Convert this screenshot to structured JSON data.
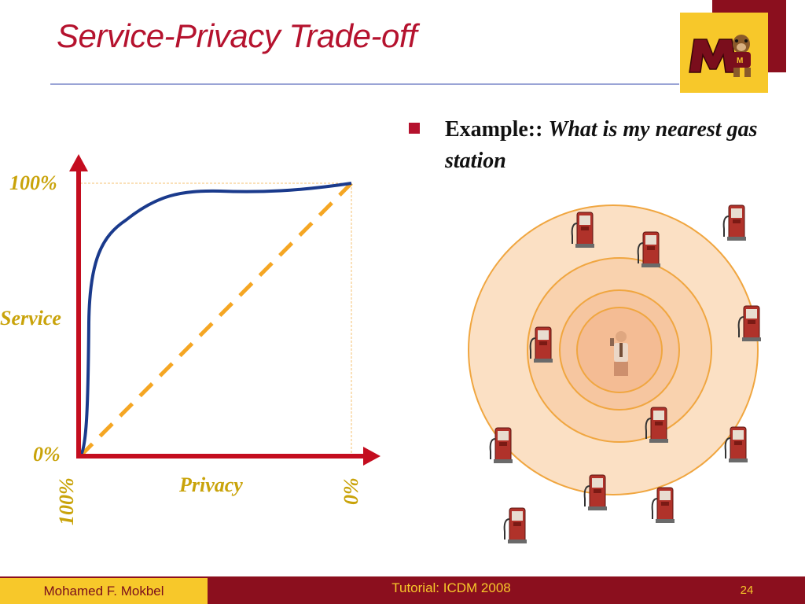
{
  "slide": {
    "title": "Service-Privacy Trade-off",
    "bullet_label": "Example::",
    "bullet_text": "What is my nearest gas station"
  },
  "chart": {
    "y_top_label": "100%",
    "y_bottom_label": "0%",
    "y_axis_label": "Service",
    "x_axis_label": "Privacy",
    "x_left_label": "100%",
    "x_right_label": "0%"
  },
  "footer": {
    "author": "Mohamed F. Mokbel",
    "event": "Tutorial: ICDM 2008",
    "page": "24"
  },
  "icons": {
    "logo": "university-minnesota-logo-icon",
    "person": "person-on-phone-icon",
    "pump": "gas-pump-icon"
  },
  "colors": {
    "accent": "#b5122e",
    "maroon": "#8b0f1e",
    "gold": "#f7c82a",
    "curve": "#1a3a8c",
    "diagonal": "#f5a623"
  }
}
